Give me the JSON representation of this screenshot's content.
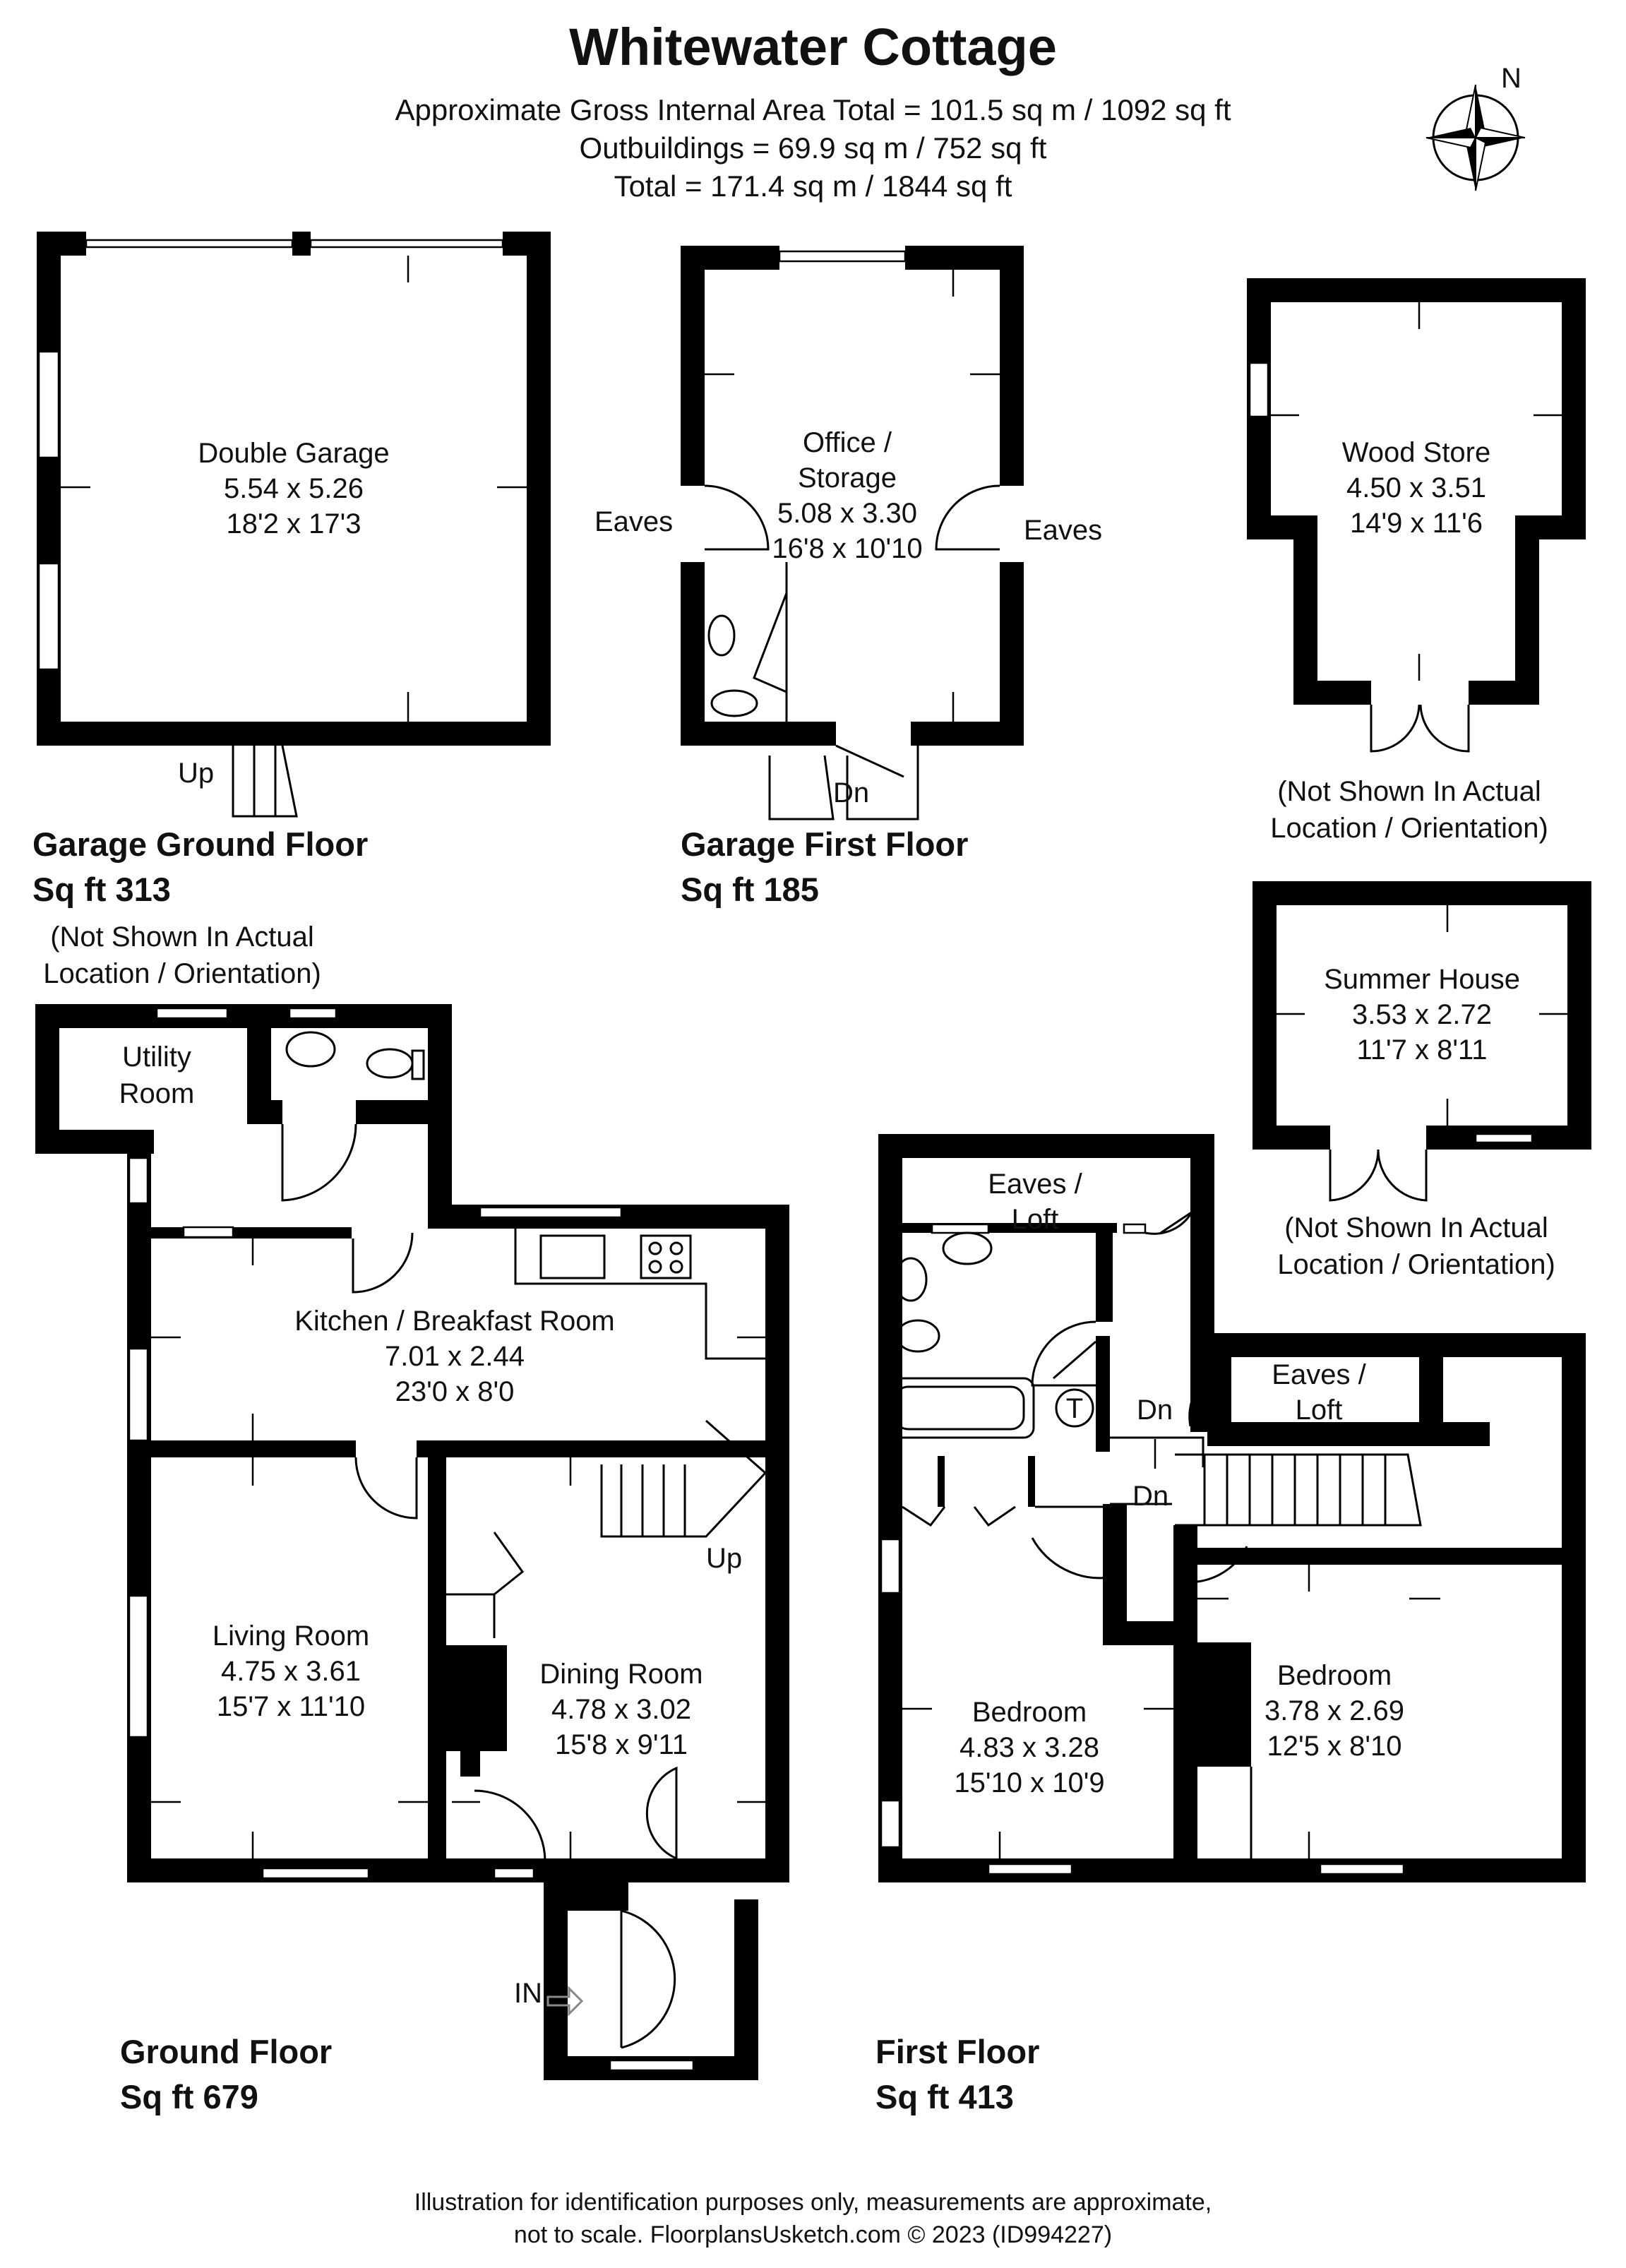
{
  "header": {
    "title": "Whitewater Cottage",
    "area_total": "Approximate Gross Internal Area Total = 101.5 sq m / 1092 sq ft",
    "outbuildings": "Outbuildings = 69.9 sq m / 752 sq ft",
    "grand_total": "Total = 171.4 sq m / 1844 sq ft",
    "compass": "N"
  },
  "rooms": {
    "double_garage": {
      "name": "Double Garage",
      "metric": "5.54 x 5.26",
      "imperial": "18'2 x 17'3"
    },
    "office": {
      "name1": "Office /",
      "name2": "Storage",
      "metric": "5.08 x 3.30",
      "imperial": "16'8 x 10'10"
    },
    "wood_store": {
      "name": "Wood Store",
      "metric": "4.50 x 3.51",
      "imperial": "14'9 x 11'6"
    },
    "summer_house": {
      "name": "Summer House",
      "metric": "3.53 x 2.72",
      "imperial": "11'7 x 8'11"
    },
    "utility": {
      "name1": "Utility",
      "name2": "Room"
    },
    "kitchen": {
      "name": "Kitchen / Breakfast Room",
      "metric": "7.01 x 2.44",
      "imperial": "23'0 x 8'0"
    },
    "living": {
      "name": "Living Room",
      "metric": "4.75 x 3.61",
      "imperial": "15'7 x 11'10"
    },
    "dining": {
      "name": "Dining Room",
      "metric": "4.78 x 3.02",
      "imperial": "15'8 x 9'11"
    },
    "bedroom1": {
      "name": "Bedroom",
      "metric": "4.83 x 3.28",
      "imperial": "15'10 x 10'9"
    },
    "bedroom2": {
      "name": "Bedroom",
      "metric": "3.78 x 2.69",
      "imperial": "12'5 x 8'10"
    },
    "eaves_loft_1": {
      "name1": "Eaves /",
      "name2": "Loft"
    },
    "eaves_loft_2": {
      "name1": "Eaves /",
      "name2": "Loft"
    }
  },
  "labels": {
    "eaves": "Eaves",
    "up": "Up",
    "dn": "Dn",
    "in": "IN",
    "tank": "T"
  },
  "floors": {
    "garage_ground": {
      "name": "Garage Ground Floor",
      "sqft": "Sq ft 313"
    },
    "garage_first": {
      "name": "Garage First Floor",
      "sqft": "Sq ft 185"
    },
    "ground": {
      "name": "Ground Floor",
      "sqft": "Sq ft 679"
    },
    "first": {
      "name": "First Floor",
      "sqft": "Sq ft 413"
    }
  },
  "notes": {
    "not_shown_1": "(Not Shown In Actual",
    "not_shown_2": "Location / Orientation)"
  },
  "footer": {
    "line1": "Illustration for identification purposes only, measurements are approximate,",
    "line2": "not to scale. FloorplansUsketch.com © 2023 (ID994227)"
  }
}
